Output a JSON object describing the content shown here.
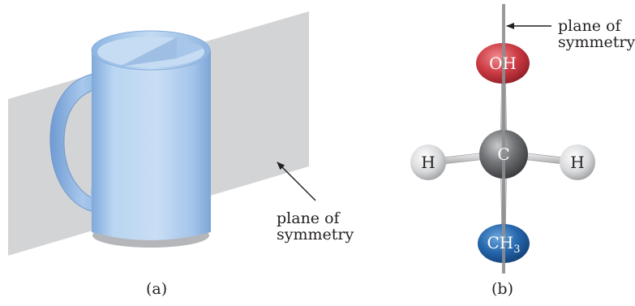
{
  "panel_a": {
    "caption": "(a)",
    "annotation": "plane of\nsymmetry"
  },
  "panel_b": {
    "caption": "(b)",
    "annotation": "plane of\nsymmetry",
    "atoms": {
      "top": "OH",
      "center": "C",
      "left": "H",
      "right": "H",
      "bottom_main": "CH",
      "bottom_sub": "3"
    }
  },
  "colors": {
    "plane": "#d3d4d6",
    "mug_body": "#a7c9ec",
    "mug_shadow": "#7ea7d8",
    "mug_base": "#b5b6b9",
    "oh_atom": "#c8353f",
    "ch3_atom": "#1f5fa6",
    "c_atom": "#6d6e71",
    "h_atom": "#d6d7d9",
    "arrow": "#231f20"
  }
}
